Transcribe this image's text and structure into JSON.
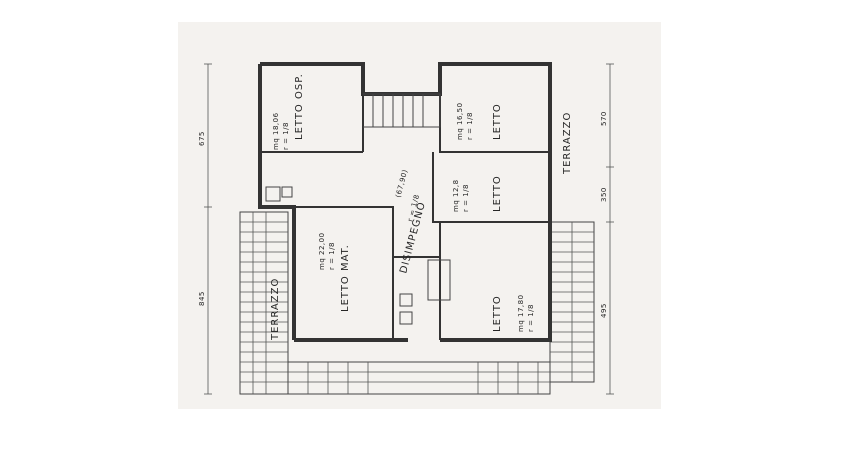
{
  "plan": {
    "rooms": {
      "letto_osp": {
        "label": "LETTO OSP.",
        "area": "mq 18,06",
        "ratio": "r = 1/8"
      },
      "letto_ne": {
        "label": "LETTO",
        "area": "mq 16,50",
        "ratio": "r = 1/8"
      },
      "letto_mid": {
        "label": "LETTO",
        "area": "mq 12,8",
        "ratio": "r = 1/8"
      },
      "disimpegno": {
        "label": "DISIMPEGNO",
        "area": "(67,90)",
        "ratio": "r = 1/8"
      },
      "letto_mat": {
        "label": "LETTO MAT.",
        "area": "mq 22,00",
        "ratio": "r = 1/8"
      },
      "letto_se": {
        "label": "LETTO",
        "area": "mq 17,80",
        "ratio": "r = 1/8"
      }
    },
    "terraces": {
      "west": "TERRAZZO",
      "east": "TERRAZZO"
    },
    "dimensions": {
      "left_top": "675",
      "left_bottom": "845",
      "right_top": "570",
      "right_mid": "350",
      "right_bottom": "495"
    }
  },
  "colors": {
    "paper": "#f4f2ef",
    "ink": "#333333"
  }
}
